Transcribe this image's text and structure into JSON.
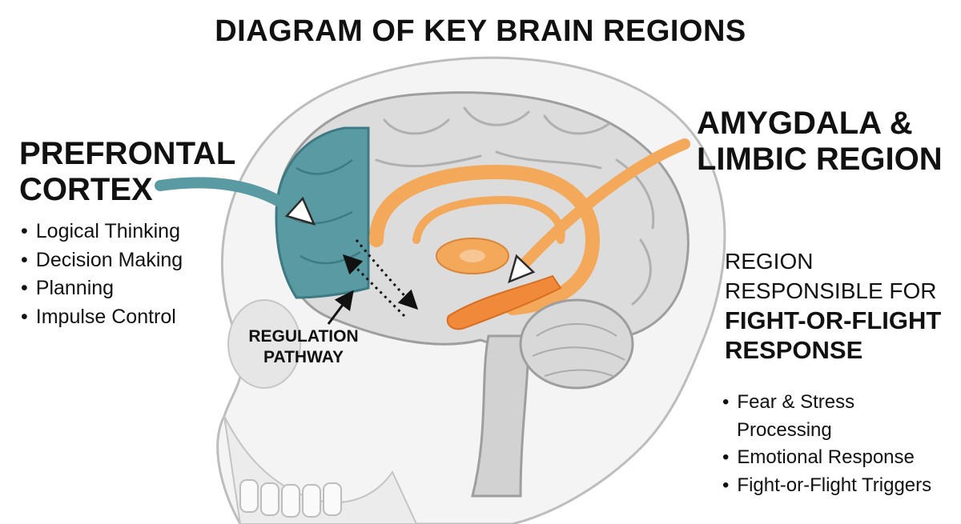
{
  "title": "DIAGRAM OF KEY BRAIN REGIONS",
  "prefrontal": {
    "heading_line1": "PREFRONTAL",
    "heading_line2": "CORTEX",
    "functions": [
      "Logical Thinking",
      "Decision Making",
      "Planning",
      "Impulse Control"
    ]
  },
  "amygdala": {
    "heading_line1": "AMYGDALA &",
    "heading_line2": "LIMBIC REGION",
    "desc_line1": "REGION",
    "desc_line2": "RESPONSIBLE FOR",
    "desc_emph1": "FIGHT-OR-FLIGHT",
    "desc_emph2": "RESPONSE",
    "functions": [
      "Fear & Stress",
      "Processing",
      "Emotional Response",
      "Fight-or-Flight Triggers"
    ]
  },
  "pathway": {
    "line1": "REGULATION",
    "line2": "PATHWAY"
  },
  "colors": {
    "prefrontal": "#5a9aa3",
    "limbic": "#f3a85a",
    "brain": "#d9d9d9",
    "skull": "#f0f0f0"
  }
}
